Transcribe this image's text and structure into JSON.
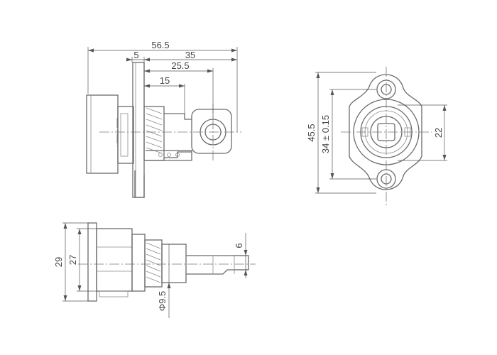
{
  "side_view": {
    "overall_length": "56.5",
    "flange_offset": "5",
    "terminal_length": "35",
    "lug_hole_position": "25.5",
    "shoulder_length": "15"
  },
  "front_view": {
    "height": "45.5",
    "hole_spacing": "34 ± 0.15",
    "body_width": "22"
  },
  "bottom_view": {
    "flange_height": "29",
    "body_height": "27",
    "lug_thickness": "6",
    "pin_diameter": "Φ9.5"
  }
}
